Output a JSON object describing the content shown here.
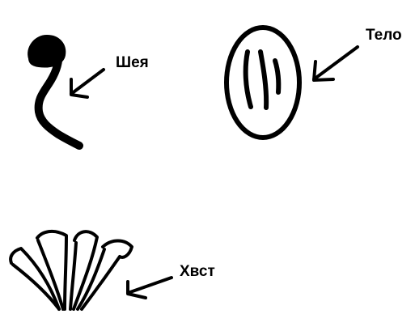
{
  "labels": {
    "neck": "Шея",
    "body": "Тело",
    "tail": "Хвст"
  },
  "colors": {
    "background": "#ffffff",
    "ink": "#000000"
  }
}
